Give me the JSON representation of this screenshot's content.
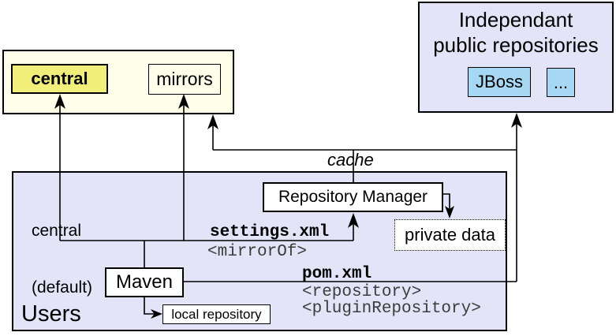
{
  "diagram": {
    "colors": {
      "group_lavender": "#E4E4F8",
      "group_cream": "#FEFEE9",
      "highlight_yellow": "#F1EE79",
      "repo_blue": "#A6D7F3",
      "line_black": "#000000",
      "tag_gray": "#3C3C3C"
    },
    "public_group": {
      "central_label": "central",
      "mirrors_label": "mirrors"
    },
    "independent_group": {
      "title_line1": "Independant",
      "title_line2": "public repositories",
      "jboss_label": "JBoss",
      "more_label": "..."
    },
    "users_group": {
      "label": "Users",
      "central_default_line1": "central",
      "central_default_line2": "(default)",
      "repository_manager_label": "Repository Manager",
      "private_data_label": "private data",
      "maven_label": "Maven",
      "local_repository_label": "local repository"
    },
    "annotations": {
      "cache": "cache",
      "settings_xml": "settings.xml",
      "mirror_of": "<mirrorOf>",
      "pom_xml": "pom.xml",
      "repository_tag": "<repository>",
      "plugin_repository_tag": "<pluginRepository>"
    }
  }
}
